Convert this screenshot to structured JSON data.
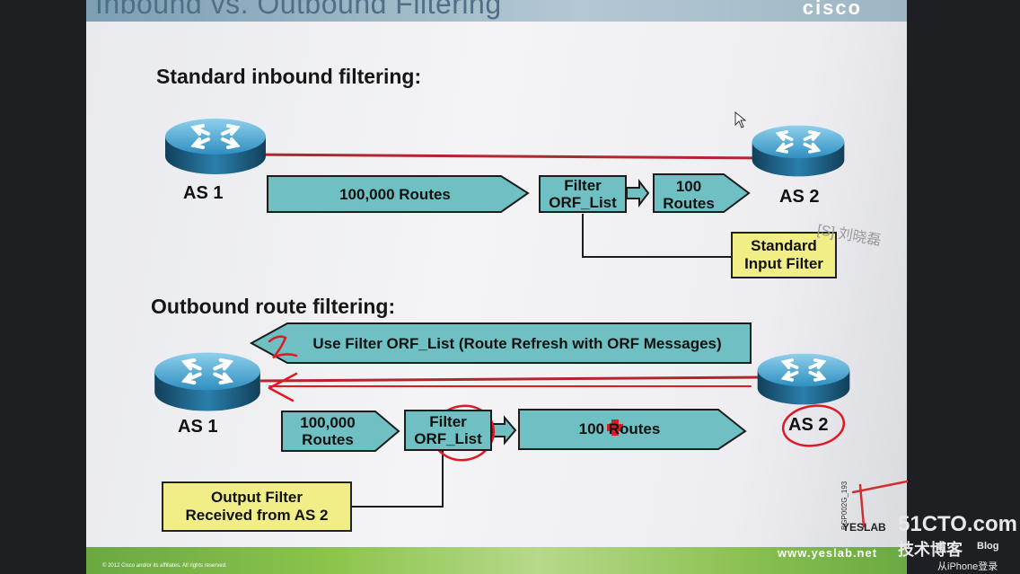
{
  "slide": {
    "title": "Inbound vs. Outbound Filtering",
    "brand": "cisco"
  },
  "inbound": {
    "heading": "Standard inbound filtering:",
    "left_router": "AS 1",
    "right_router": "AS 2",
    "routes_box": "100,000 Routes",
    "filter_box": "Filter\nORF_List",
    "result_box": "100\nRoutes",
    "note": "Standard\nInput Filter"
  },
  "outbound": {
    "heading": "Outbound route filtering:",
    "left_router": "AS 1",
    "right_router": "AS 2",
    "message_box": "Use Filter ORF_List (Route Refresh with ORF Messages)",
    "routes_box": "100,000\nRoutes",
    "filter_box": "Filter\nORF_List",
    "result_box": "100 Routes",
    "note": "Output Filter\nReceived from AS 2"
  },
  "footer": {
    "copyright": "© 2012 Cisco and/or its affiliates. All rights reserved.",
    "url": "www.yeslab.net",
    "slide_code": "BGP002G_193",
    "yeslab": "YESLAB"
  },
  "watermarks": {
    "author": "[S] 刘晓磊",
    "site": "51CTO.com",
    "blog_cn": "技术博客",
    "blog_en": "Blog",
    "iphone": "从iPhone登录"
  },
  "colors": {
    "box_fill": "#6fc0c3",
    "note_fill": "#f1ee88",
    "link_line": "#b3262f",
    "annotation": "#e01a24",
    "router_body": "#1f6d95"
  }
}
